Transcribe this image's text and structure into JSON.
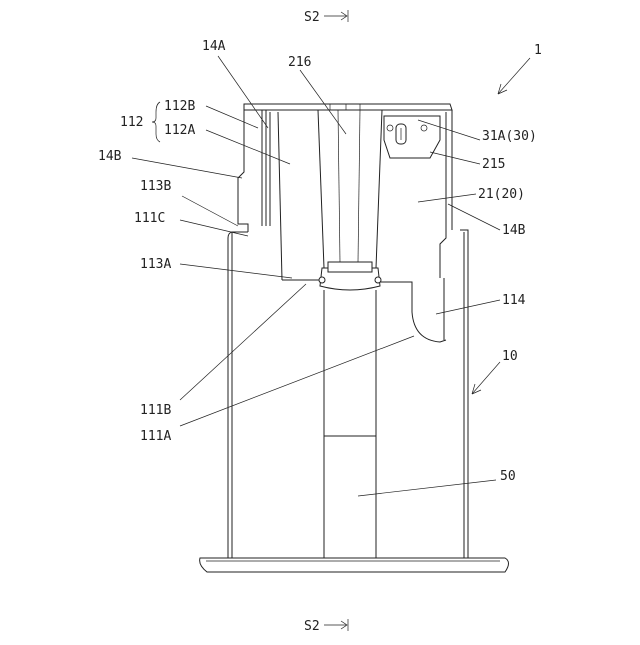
{
  "section_marks": {
    "top": "S2",
    "bottom": "S2"
  },
  "labels": {
    "l1": "1",
    "l14A": "14A",
    "l216": "216",
    "l112": "112",
    "l112B": "112B",
    "l112A": "112A",
    "l14B_left": "14B",
    "l113B": "113B",
    "l111C": "111C",
    "l113A": "113A",
    "l31A": "31A(30)",
    "l215": "215",
    "l21": "21(20)",
    "l14B_right": "14B",
    "l114": "114",
    "l10": "10",
    "l111B": "111B",
    "l111A": "111A",
    "l50": "50"
  },
  "colors": {
    "line": "#222222",
    "background": "#ffffff"
  }
}
